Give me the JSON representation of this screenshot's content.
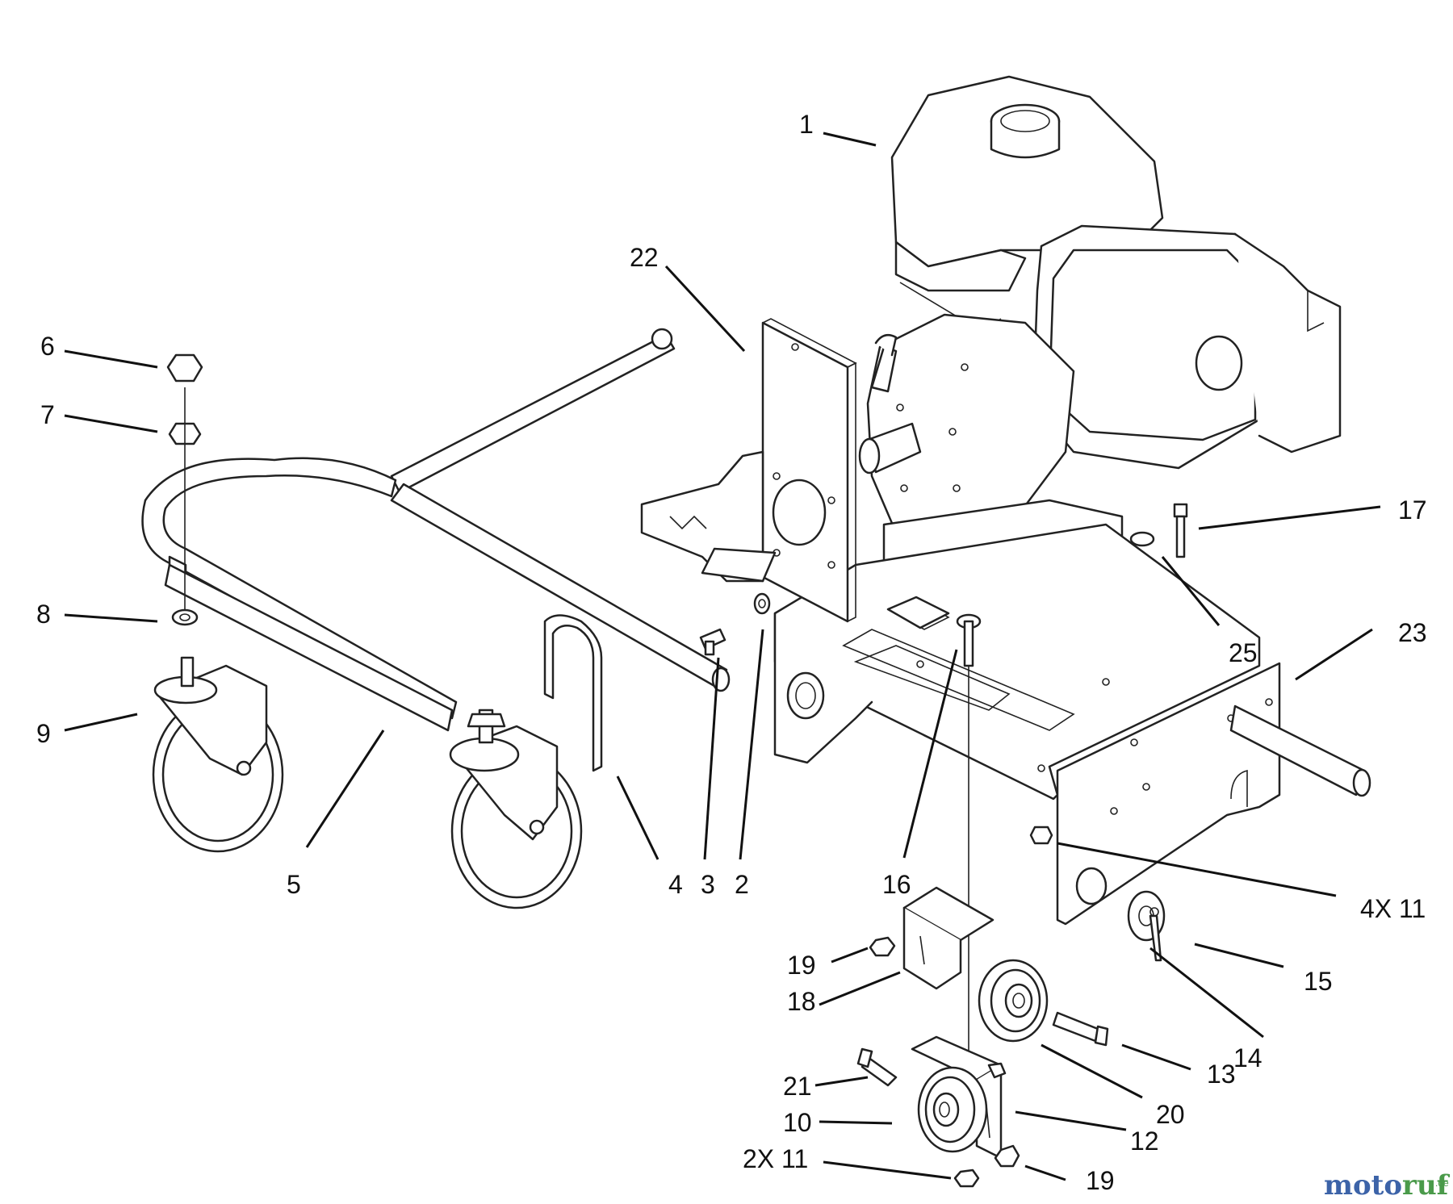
{
  "callouts": [
    {
      "id": "c1",
      "text": "1"
    },
    {
      "id": "c22",
      "text": "22"
    },
    {
      "id": "c6",
      "text": "6"
    },
    {
      "id": "c7",
      "text": "7"
    },
    {
      "id": "c8",
      "text": "8"
    },
    {
      "id": "c9",
      "text": "9"
    },
    {
      "id": "c5",
      "text": "5"
    },
    {
      "id": "c4",
      "text": "4"
    },
    {
      "id": "c3",
      "text": "3"
    },
    {
      "id": "c2",
      "text": "2"
    },
    {
      "id": "c16",
      "text": "16"
    },
    {
      "id": "c17",
      "text": "17"
    },
    {
      "id": "c25",
      "text": "25"
    },
    {
      "id": "c23",
      "text": "23"
    },
    {
      "id": "c4x11",
      "text": "4X 11"
    },
    {
      "id": "c15",
      "text": "15"
    },
    {
      "id": "c14",
      "text": "14"
    },
    {
      "id": "c13",
      "text": "13"
    },
    {
      "id": "c20",
      "text": "20"
    },
    {
      "id": "c12",
      "text": "12"
    },
    {
      "id": "c19a",
      "text": "19"
    },
    {
      "id": "c18",
      "text": "18"
    },
    {
      "id": "c21",
      "text": "21"
    },
    {
      "id": "c10",
      "text": "10"
    },
    {
      "id": "c2x11",
      "text": "2X 11"
    },
    {
      "id": "c19b",
      "text": "19"
    }
  ],
  "watermark": {
    "moto": "moto",
    "ruf": "ruf",
    "tld": ".de"
  }
}
